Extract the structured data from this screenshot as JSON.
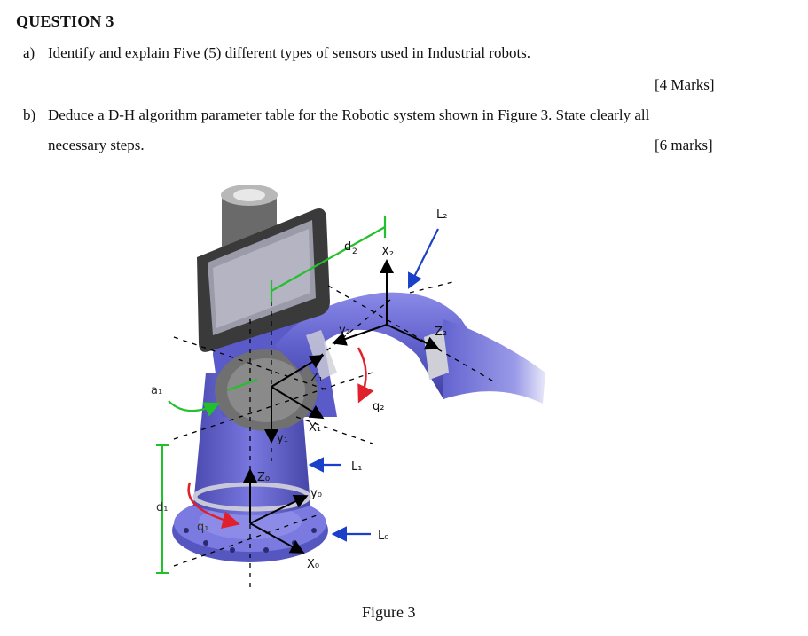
{
  "question": {
    "title": "QUESTION 3",
    "part_a": {
      "label": "a)",
      "text": "Identify and explain Five (5) different types of sensors used in Industrial robots.",
      "marks": "[4 Marks]"
    },
    "part_b": {
      "label": "b)",
      "line1": "Deduce a D-H algorithm parameter table for the Robotic system shown in Figure 3.  State clearly all",
      "line2": "necessary steps.",
      "marks": "[6 marks]"
    }
  },
  "figure": {
    "caption": "Figure 3",
    "labels": {
      "L2": "L₂",
      "d2": "d",
      "d2_sub": "2",
      "x2": "X₂",
      "y2": "y₂",
      "z2": "Z₂",
      "z1": "Z₁",
      "q2": "q₂",
      "x1": "X₁",
      "y1": "y₁",
      "a1": "a₁",
      "L1": "L₁",
      "z0": "Z₀",
      "y0": "y₀",
      "d1": "d₁",
      "q1": "q₁",
      "L0": "L₀",
      "x0": "X₀"
    },
    "colors": {
      "robot_body": "#6b6bd6",
      "robot_dark": "#4a4aa8",
      "blue_arrow": "#1a3fc8",
      "red_arrow": "#e0202a",
      "green_line": "#22c02a",
      "axis": "#000000"
    }
  }
}
